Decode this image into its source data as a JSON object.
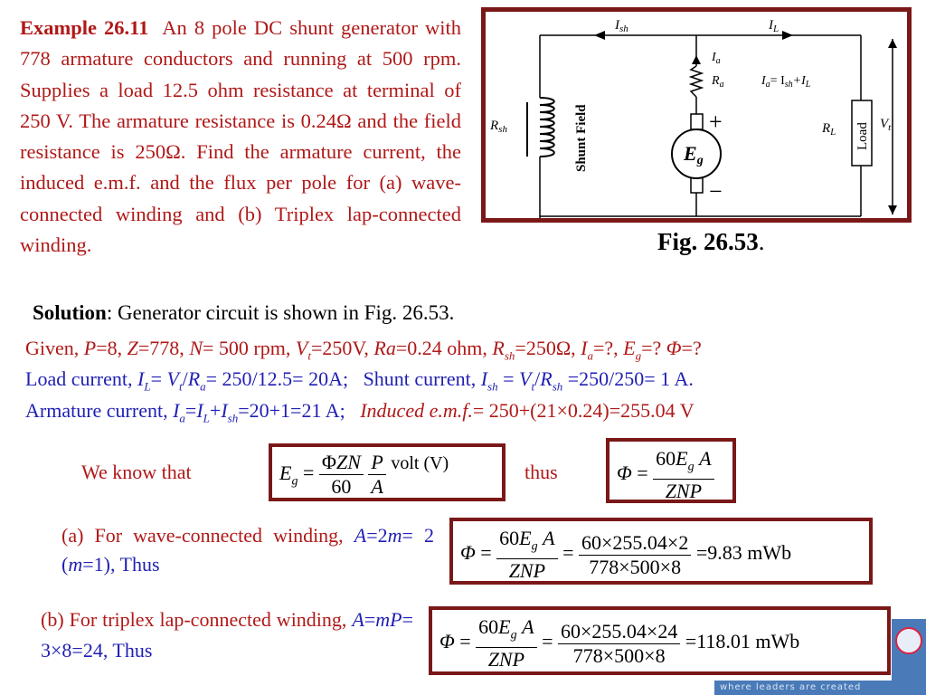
{
  "example": {
    "label": "Example 26.11",
    "text": "An 8 pole DC shunt generator with 778 armature conductors and running at 500 rpm. Supplies a load 12.5 ohm resistance at terminal of 250 V. The armature resistance is 0.24Ω and the field resistance is 250Ω. Find the armature current, the induced e.m.f. and the flux per pole for (a) wave-connected winding and (b) Triplex lap-connected winding."
  },
  "figure": {
    "caption": "Fig. 26.53",
    "caption_period": ".",
    "labels": {
      "ish": "I",
      "ish_sub": "sh",
      "il": "I",
      "il_sub": "L",
      "ia": "I",
      "ia_sub": "a",
      "ra": "R",
      "ra_sub": "a",
      "ia_eq": "I",
      "ia_eq_sub": "a",
      "ia_eq_rest": "= I",
      "ia_eq_sub2": "sh",
      "ia_eq_rest2": "+I",
      "ia_eq_sub3": "L",
      "rsh": "R",
      "rsh_sub": "sh",
      "shunt_field": "Shunt Field",
      "rl": "R",
      "rl_sub": "L",
      "load": "Load",
      "vt": "V",
      "vt_sub": "t",
      "plus": "+",
      "minus": "−",
      "eg": "E",
      "eg_sub": "g"
    }
  },
  "solution": {
    "label": "Solution",
    "text": ": Generator circuit is shown in Fig. 26.53."
  },
  "given": {
    "line1": "Given, P=8, Z=778, N= 500 rpm, Vt=250V, Ra=0.24 ohm, Rsh=250Ω, Ia=?, Eg=? Φ=?",
    "line2a": "Load current, IL= Vt/Ra= 250/12.5= 20A;",
    "line2b": "Shunt current, Ish = Vt/Rsh =250/250= 1 A.",
    "line3a": "Armature current, Ia=IL+Ish=20+1=21 A;",
    "line3b": "Induced e.m.f.= 250+(21×0.24)=255.04 V"
  },
  "formula": {
    "we_know": "We know that",
    "thus": "thus",
    "volt": "volt (V)"
  },
  "part_a": {
    "text": "(a) For wave-connected winding, A=2m= 2 (m=1), Thus",
    "num": "60×255.04×2",
    "den": "778×500×8",
    "result": "=9.83  mWb"
  },
  "part_b": {
    "text": "(b) For triplex lap-connected winding, A=mP= 3×8=24, Thus",
    "num": "60×255.04×24",
    "den": "778×500×8",
    "result": "=118.01  mWb"
  },
  "footer": {
    "tagline": "where leaders are created"
  },
  "colors": {
    "accent_red": "#b01818",
    "blue": "#1f1fb4",
    "frame": "#7a1818"
  }
}
